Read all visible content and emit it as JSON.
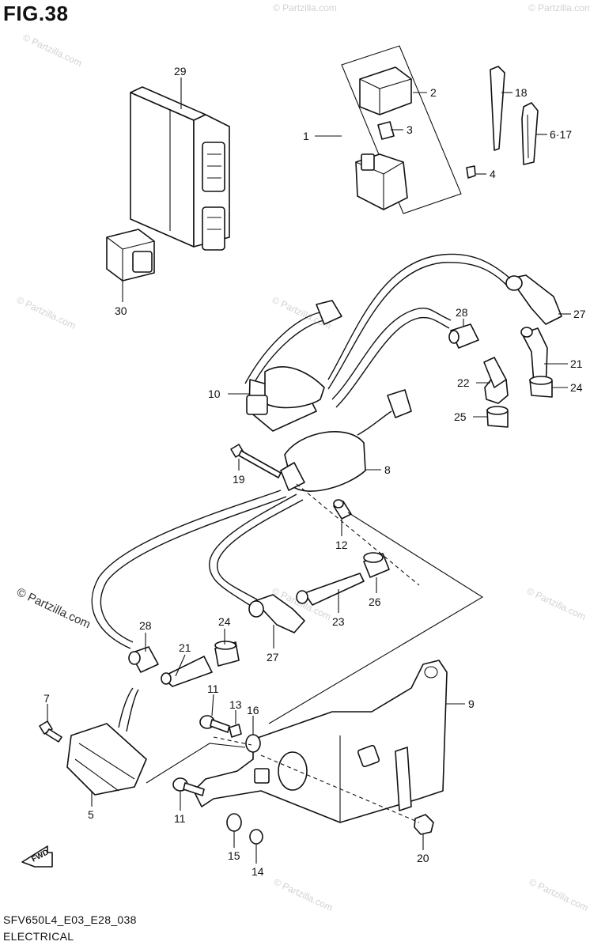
{
  "figure": {
    "title": "FIG.38",
    "code": "SFV650L4_E03_E28_038",
    "name": "ELECTRICAL"
  },
  "watermark": "© Partzilla.com",
  "callouts": {
    "c29": "29",
    "c1": "1",
    "c2": "2",
    "c3": "3",
    "c4": "4",
    "c18": "18",
    "c6_17": "6·17",
    "c30": "30",
    "c27a": "27",
    "c28a": "28",
    "c21a": "21",
    "c22": "22",
    "c24a": "24",
    "c25": "25",
    "c10": "10",
    "c8": "8",
    "c19": "19",
    "c12": "12",
    "c26": "26",
    "c23": "23",
    "c27b": "27",
    "c28b": "28",
    "c21b": "21",
    "c24b": "24",
    "c9": "9",
    "c7": "7",
    "c11a": "11",
    "c13": "13",
    "c16": "16",
    "c5": "5",
    "c11b": "11",
    "c15": "15",
    "c14": "14",
    "c20": "20"
  },
  "fwd_label": "FWD"
}
